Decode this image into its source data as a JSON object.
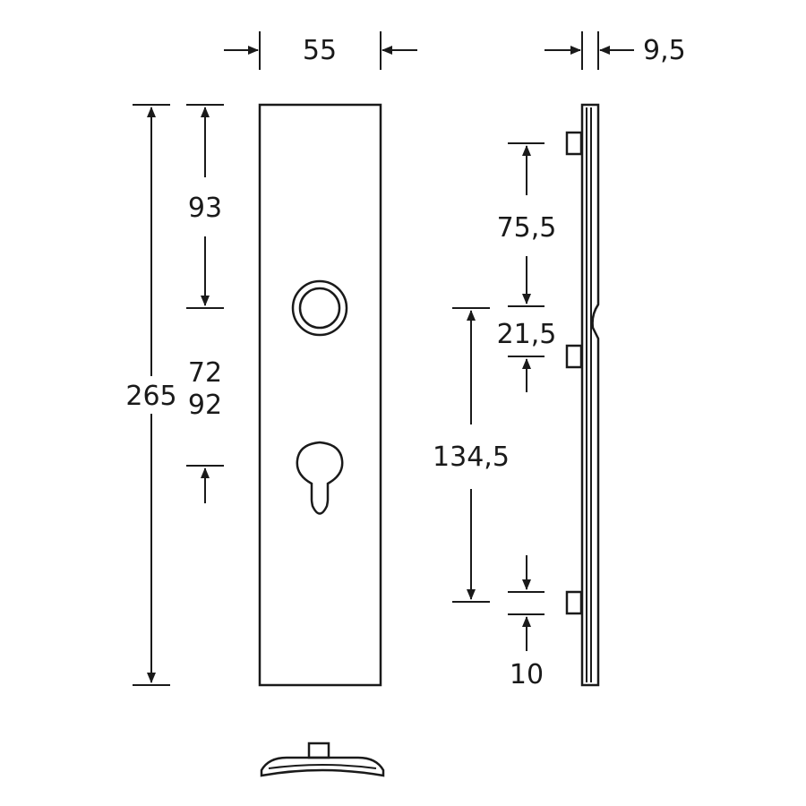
{
  "dimensions": {
    "plate_width": "55",
    "plate_thickness": "9,5",
    "plate_height": "265",
    "handle_to_top": "93",
    "distance_a": "72",
    "distance_b": "92",
    "fixing_top": "75,5",
    "fixing_mid": "21,5",
    "fixing_spacing": "134,5",
    "fixing_bottom": "10"
  },
  "colors": {
    "line": "#1a1a1a",
    "background": "#ffffff"
  }
}
